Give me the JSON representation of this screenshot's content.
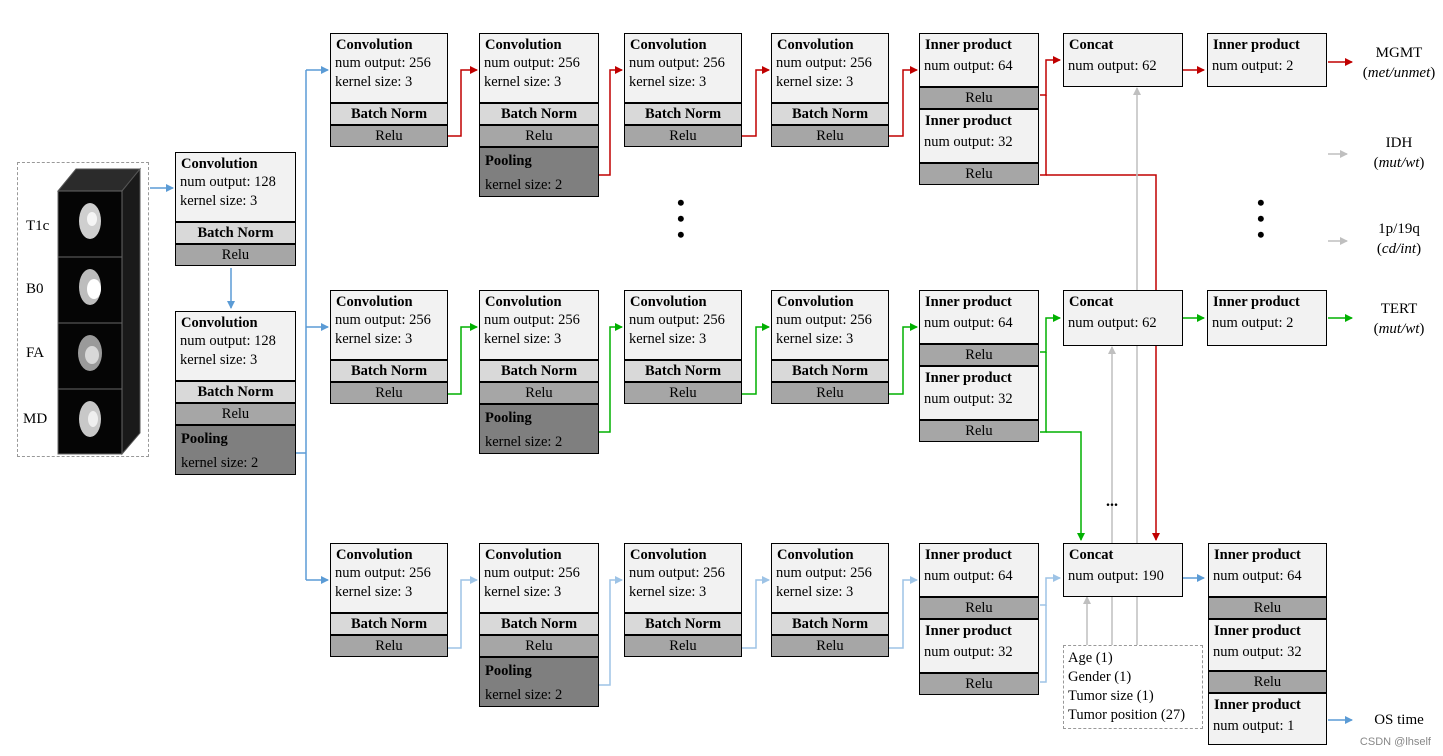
{
  "inputs": {
    "modalities": [
      "T1c",
      "B0",
      "FA",
      "MD"
    ]
  },
  "labels": {
    "convolution": "Convolution",
    "batch_norm": "Batch Norm",
    "relu": "Relu",
    "pooling": "Pooling",
    "inner_product": "Inner product",
    "concat": "Concat"
  },
  "params": {
    "num_output_128": "num output: 128",
    "num_output_256": "num output: 256",
    "num_output_64": "num output: 64",
    "num_output_32": "num output: 32",
    "num_output_62": "num output: 62",
    "num_output_190": "num output: 190",
    "num_output_2": "num output: 2",
    "num_output_1": "num output: 1",
    "kernel_size_3": "kernel size: 3",
    "kernel_size_2": "kernel size: 2"
  },
  "outputs": [
    {
      "name": "MGMT",
      "classes": "met/unmet"
    },
    {
      "name": "IDH",
      "classes": "mut/wt"
    },
    {
      "name": "1p/19q",
      "classes": "cd/int"
    },
    {
      "name": "TERT",
      "classes": "mut/wt"
    },
    {
      "name": "OS time",
      "classes": ""
    }
  ],
  "clinical": [
    "Age (1)",
    "Gender (1)",
    "Tumor size (1)",
    "Tumor position (27)"
  ],
  "ellipsis_vertical": "•\n•\n•",
  "ellipsis_horizontal": "...",
  "watermark": "CSDN @lhself",
  "colors": {
    "blue": "#5b9bd5",
    "red": "#c00000",
    "green": "#00b000",
    "gray": "#bfbfbf",
    "light_blue": "#9dc3e6"
  }
}
